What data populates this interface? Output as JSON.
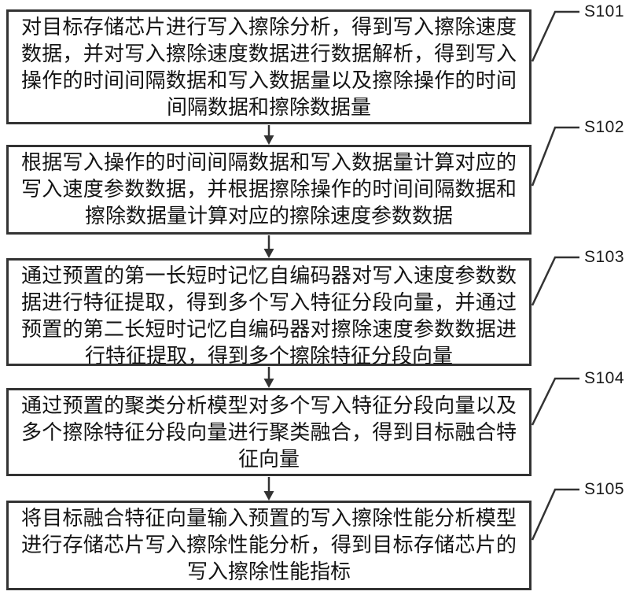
{
  "figure": {
    "type": "flowchart",
    "description": "Patent-style vertical flowchart of a memory-chip write/erase performance analysis method",
    "steps": [
      {
        "id": "S101",
        "text": "对目标存储芯片进行写入擦除分析，得到写入擦除速度数据，并对写入擦除速度数据进行数据解析，得到写入操作的时间间隔数据和写入数据量以及擦除操作的时间间隔数据和擦除数据量"
      },
      {
        "id": "S102",
        "text": "根据写入操作的时间间隔数据和写入数据量计算对应的写入速度参数数据，并根据擦除操作的时间间隔数据和擦除数据量计算对应的擦除速度参数数据"
      },
      {
        "id": "S103",
        "text": "通过预置的第一长短时记忆自编码器对写入速度参数数据进行特征提取，得到多个写入特征分段向量，并通过预置的第二长短时记忆自编码器对擦除速度参数数据进行特征提取，得到多个擦除特征分段向量"
      },
      {
        "id": "S104",
        "text": "通过预置的聚类分析模型对多个写入特征分段向量以及多个擦除特征分段向量进行聚类融合，得到目标融合特征向量"
      },
      {
        "id": "S105",
        "text": "将目标融合特征向量输入预置的写入擦除性能分析模型进行存储芯片写入擦除性能分析，得到目标存储芯片的写入擦除性能指标"
      }
    ],
    "colors": {
      "line": "#333333",
      "text": "#141414",
      "background": "#ffffff"
    }
  }
}
